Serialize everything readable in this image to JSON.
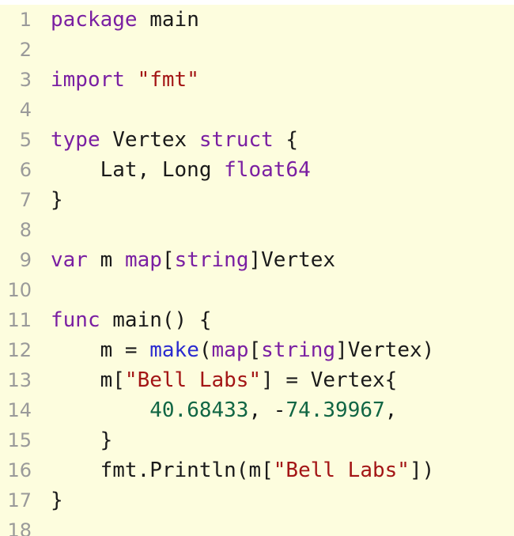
{
  "editor": {
    "lines": [
      {
        "n": "1",
        "tokens": [
          {
            "t": "package",
            "c": "kw"
          },
          {
            "t": " main",
            "c": "pl"
          }
        ]
      },
      {
        "n": "2",
        "tokens": []
      },
      {
        "n": "3",
        "tokens": [
          {
            "t": "import",
            "c": "kw"
          },
          {
            "t": " ",
            "c": "pl"
          },
          {
            "t": "\"fmt\"",
            "c": "str"
          }
        ]
      },
      {
        "n": "4",
        "tokens": []
      },
      {
        "n": "5",
        "tokens": [
          {
            "t": "type",
            "c": "kw"
          },
          {
            "t": " Vertex ",
            "c": "pl"
          },
          {
            "t": "struct",
            "c": "kw"
          },
          {
            "t": " {",
            "c": "pl"
          }
        ]
      },
      {
        "n": "6",
        "tokens": [
          {
            "t": "    Lat, Long ",
            "c": "pl"
          },
          {
            "t": "float64",
            "c": "ty"
          }
        ]
      },
      {
        "n": "7",
        "tokens": [
          {
            "t": "}",
            "c": "pl"
          }
        ]
      },
      {
        "n": "8",
        "tokens": []
      },
      {
        "n": "9",
        "tokens": [
          {
            "t": "var",
            "c": "kw"
          },
          {
            "t": " m ",
            "c": "pl"
          },
          {
            "t": "map",
            "c": "kw"
          },
          {
            "t": "[",
            "c": "pl"
          },
          {
            "t": "string",
            "c": "ty"
          },
          {
            "t": "]Vertex",
            "c": "pl"
          }
        ]
      },
      {
        "n": "10",
        "tokens": []
      },
      {
        "n": "11",
        "tokens": [
          {
            "t": "func",
            "c": "kw"
          },
          {
            "t": " main() {",
            "c": "pl"
          }
        ]
      },
      {
        "n": "12",
        "tokens": [
          {
            "t": "    m = ",
            "c": "pl"
          },
          {
            "t": "make",
            "c": "bi"
          },
          {
            "t": "(",
            "c": "pl"
          },
          {
            "t": "map",
            "c": "kw"
          },
          {
            "t": "[",
            "c": "pl"
          },
          {
            "t": "string",
            "c": "ty"
          },
          {
            "t": "]Vertex)",
            "c": "pl"
          }
        ]
      },
      {
        "n": "13",
        "tokens": [
          {
            "t": "    m[",
            "c": "pl"
          },
          {
            "t": "\"Bell Labs\"",
            "c": "str"
          },
          {
            "t": "] = Vertex{",
            "c": "pl"
          }
        ]
      },
      {
        "n": "14",
        "tokens": [
          {
            "t": "        ",
            "c": "pl"
          },
          {
            "t": "40.68433",
            "c": "num"
          },
          {
            "t": ", -",
            "c": "pl"
          },
          {
            "t": "74.39967",
            "c": "num"
          },
          {
            "t": ",",
            "c": "pl"
          }
        ]
      },
      {
        "n": "15",
        "tokens": [
          {
            "t": "    }",
            "c": "pl"
          }
        ]
      },
      {
        "n": "16",
        "tokens": [
          {
            "t": "    fmt.Println(m[",
            "c": "pl"
          },
          {
            "t": "\"Bell Labs\"",
            "c": "str"
          },
          {
            "t": "])",
            "c": "pl"
          }
        ]
      },
      {
        "n": "17",
        "tokens": [
          {
            "t": "}",
            "c": "pl"
          }
        ]
      },
      {
        "n": "18",
        "tokens": []
      }
    ]
  },
  "colors": {
    "background": "#fdfdde",
    "keyword": "#7a1fa2",
    "string": "#a31515",
    "number": "#116644",
    "builtin": "#2a2ad0",
    "line_number": "#9a9a9a"
  }
}
